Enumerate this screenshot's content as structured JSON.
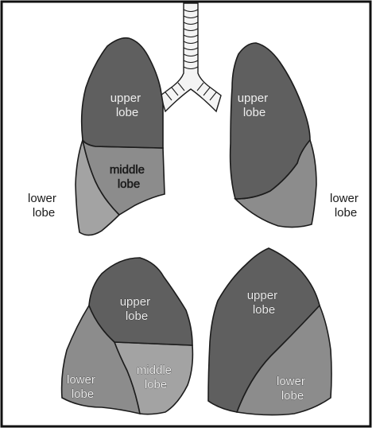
{
  "front_view": {
    "right_lung": {
      "upper": "upper\nlobe",
      "middle": "middle\nlobe",
      "lower": "lower\nlobe"
    },
    "left_lung": {
      "upper": "upper\nlobe",
      "lower": "lower\nlobe"
    }
  },
  "side_views": {
    "right_lung": {
      "upper": "upper\nlobe",
      "middle": "middle\nlobe",
      "lower": "lower\nlobe"
    },
    "left_lung": {
      "upper": "upper\nlobe",
      "lower": "lower\nlobe"
    }
  },
  "colors": {
    "dark_lobe": "#5f5f5f",
    "mid_lobe": "#8c8c8c",
    "light_lobe": "#a3a3a3"
  }
}
